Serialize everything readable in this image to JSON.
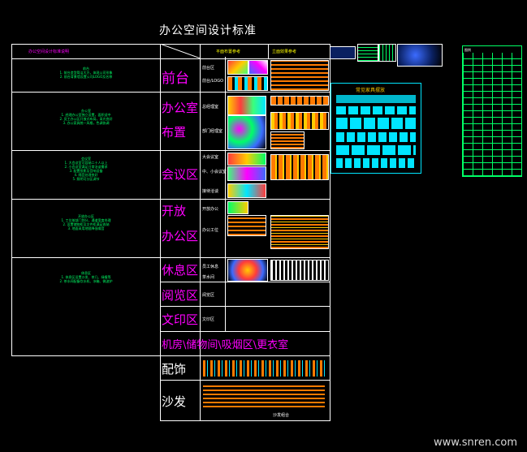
{
  "page_title": "办公空间设计标准",
  "header": {
    "col_desc": "办公空间设计标准说明",
    "col_plan": "平面布置参考",
    "col_elev": "立面效果参考"
  },
  "sections": [
    {
      "name": "前台",
      "desc_title": "前台",
      "desc_lines": [
        "1. 前台造型简洁大方，体现公司形象",
        "2. 前台背景墙设置公司LOGO及名称"
      ],
      "sub": [
        "前台区",
        "前台/LOGO"
      ]
    },
    {
      "name_a": "办公室",
      "name_b": "布置",
      "desc_title": "办公室",
      "desc_lines": [
        "1. 经理办公室独立设置，面积适中",
        "2. 员工办公区开放式布局，采光良好",
        "3. 办公家具统一风格，色调协调"
      ],
      "sub": [
        "总经理室",
        "部门经理室"
      ]
    },
    {
      "name": "会议区",
      "desc_title": "会议室",
      "desc_lines": [
        "1. 大会议室可容纳二十人以上",
        "2. 小会议室满足日常洽谈需求",
        "3. 配置投影及音响设备",
        "4. 隔音处理良好",
        "5. 照明可分区调节"
      ],
      "sub": [
        "大会议室",
        "中、小会议室",
        "接待洽谈"
      ]
    },
    {
      "name_a": "开放",
      "name_b": "办公区",
      "desc_title": "开放办公区",
      "desc_lines": [
        "1. 工位按部门划分，通道宽度合理",
        "2. 设置储物柜及文件柜满足收纳",
        "3. 地面采用地毯降低噪音"
      ],
      "sub": [
        "开放办公",
        "办公工位"
      ]
    },
    {
      "name": "休息区",
      "desc_title": "休息区",
      "desc_lines": [
        "1. 休息区设置沙发、茶几、绿植等",
        "2. 茶水间配备饮水机、冰箱、微波炉"
      ],
      "sub": [
        "员工休息",
        "茶水间"
      ]
    },
    {
      "name": "阅览区",
      "sub": [
        "阅览区"
      ]
    },
    {
      "name": "文印区",
      "sub": [
        "文印区"
      ]
    }
  ],
  "bottom_row": "机房\\储物间\\吸烟区\\更衣室",
  "decor_row": "配饰",
  "sofa_row": "沙发",
  "sofa_footer": "沙发组合",
  "right_panel_title": "常见家具摆放",
  "legend_title": "图例",
  "watermark": "www.snren.com"
}
